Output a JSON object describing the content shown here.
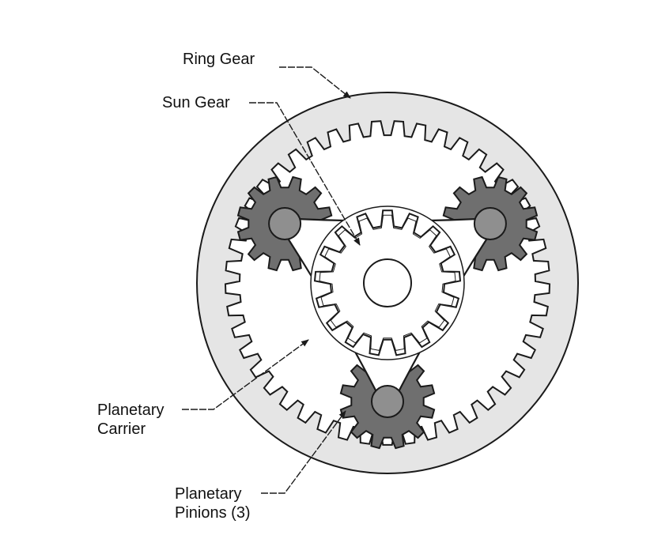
{
  "labels": {
    "ring_gear": "Ring Gear",
    "sun_gear": "Sun Gear",
    "planetary_carrier": [
      "Planetary",
      "Carrier"
    ],
    "planetary_pinions": [
      "Planetary",
      "Pinions (3)"
    ]
  },
  "components": {
    "ring_gear_teeth": 45,
    "sun_gear_teeth": 17,
    "pinion_teeth": 12,
    "pinion_count": 3
  },
  "colors": {
    "ring_body": "#e5e5e5",
    "pinion_fill": "#6f6f6f",
    "pin_fill": "#8f8f8f",
    "outline": "#1a1a1a",
    "background": "#ffffff"
  }
}
